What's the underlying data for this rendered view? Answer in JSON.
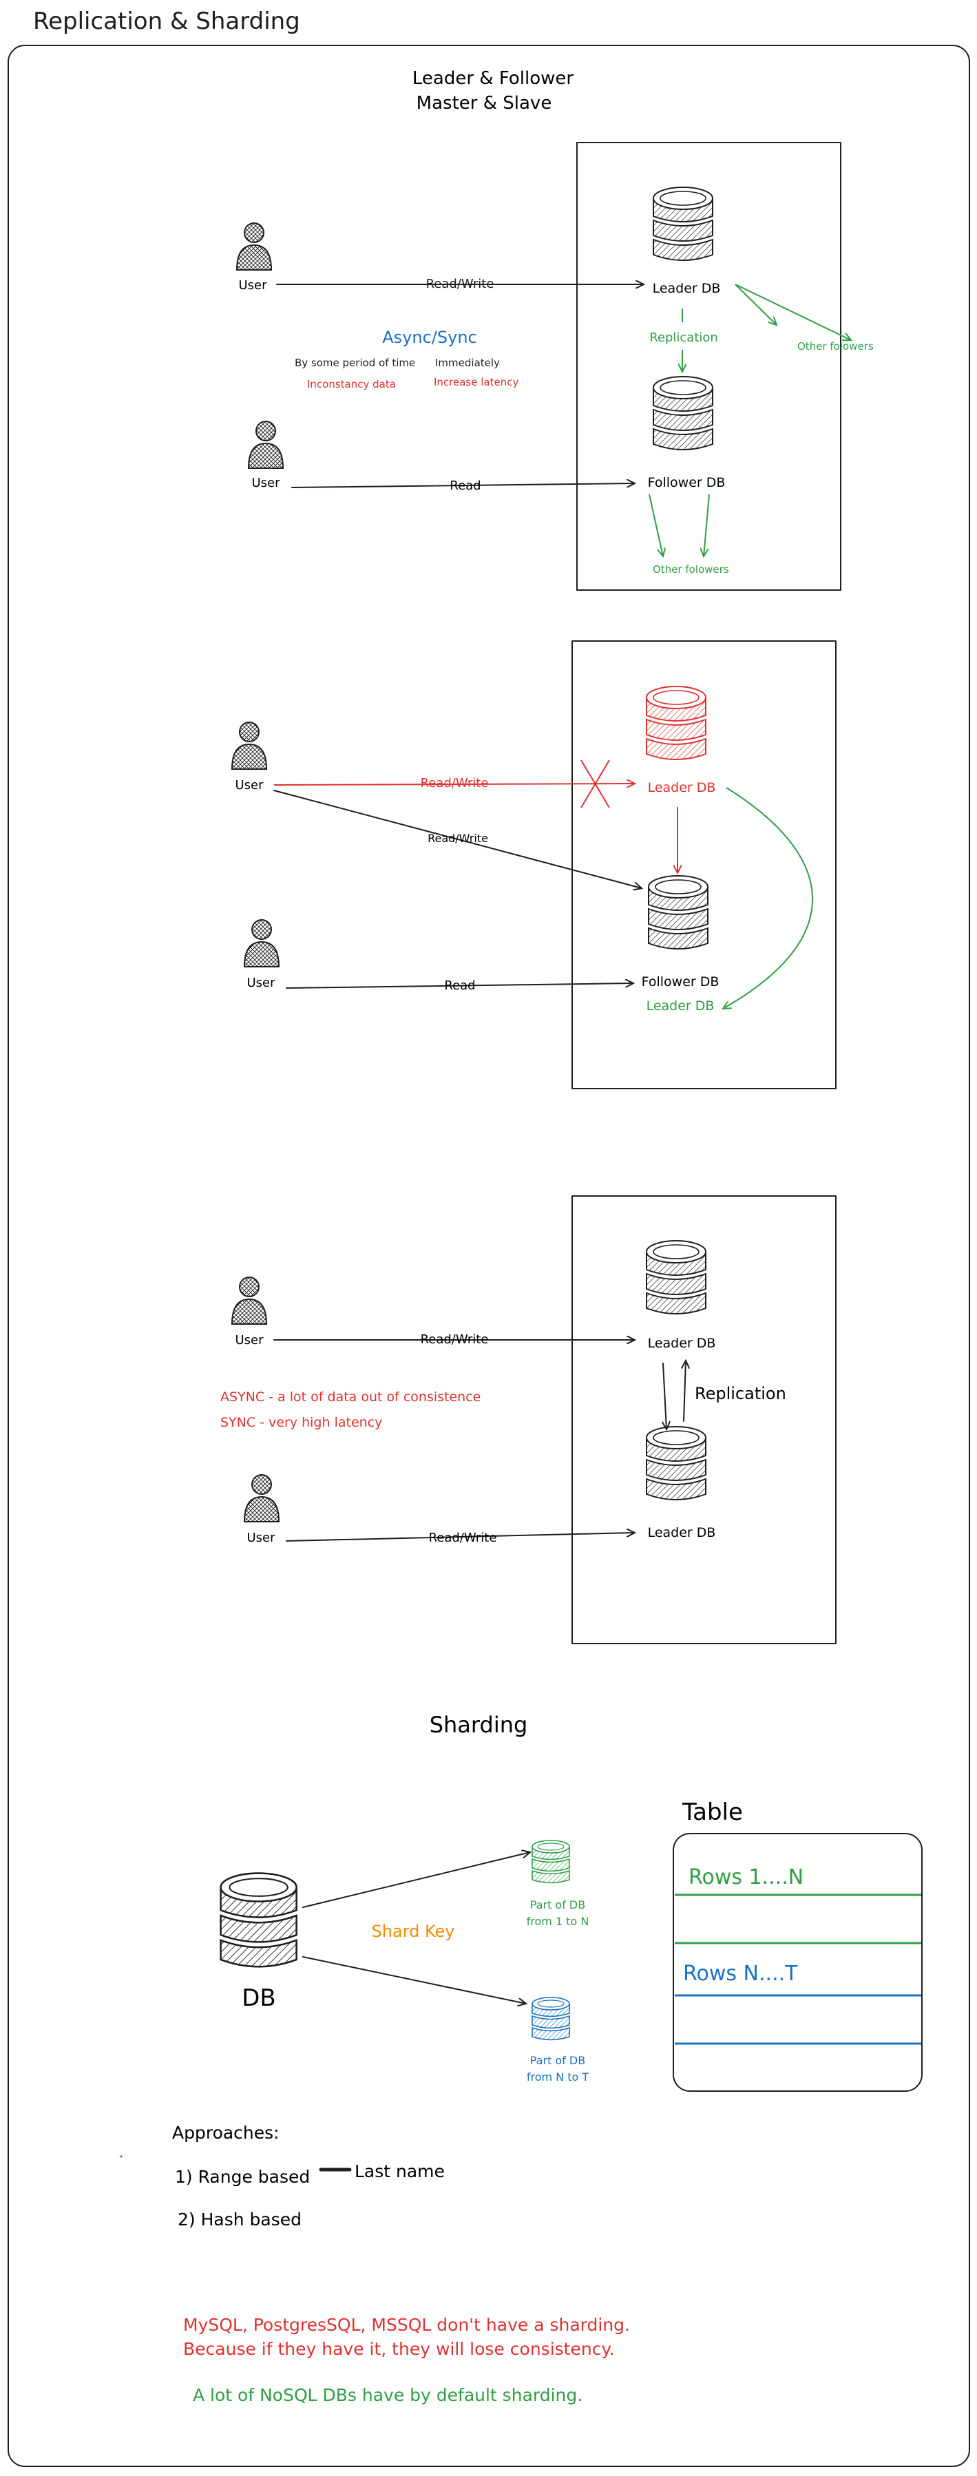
{
  "title": "Replication & Sharding",
  "section1": {
    "heading_line1": "Leader & Follower",
    "heading_line2": "Master & Slave",
    "user_top": "User",
    "user_bottom": "User",
    "read_write": "Read/Write",
    "read": "Read",
    "leader_db": "Leader DB",
    "follower_db": "Follower DB",
    "replication": "Replication",
    "other_followers_right": "Other folowers",
    "other_followers_bottom": "Other folowers",
    "async_sync": "Async/Sync",
    "by_some_period": "By some period of time",
    "immediately": "Immediately",
    "inconstancy_data": "Inconstancy data",
    "increase_latency": "Increase latency"
  },
  "section2": {
    "user_top": "User",
    "user_bottom": "User",
    "read_write_failed": "Read/Write",
    "read_write": "Read/Write",
    "read": "Read",
    "leader_db_failed": "Leader DB",
    "follower_db": "Follower DB",
    "new_leader_db": "Leader DB"
  },
  "section3": {
    "user_top": "User",
    "user_bottom": "User",
    "read_write_top": "Read/Write",
    "read_write_bottom": "Read/Write",
    "leader_db_top": "Leader DB",
    "leader_db_bottom": "Leader DB",
    "replication": "Replication",
    "async_note": "ASYNC - a lot of data out of consistence",
    "sync_note": "SYNC - very high latency"
  },
  "sharding": {
    "heading": "Sharding",
    "db_label": "DB",
    "shard_key": "Shard Key",
    "shard1_line1": "Part of DB",
    "shard1_line2": "from 1 to N",
    "shard2_line1": "Part of DB",
    "shard2_line2": "from N to T",
    "table_title": "Table",
    "rows_1": "Rows 1....N",
    "rows_2": "Rows N....T",
    "approaches_title": "Approaches:",
    "approach_1": "1) Range based",
    "approach_1_detail": "Last name",
    "approach_2": "2) Hash based",
    "note_red_1": "MySQL, PostgresSQL, MSSQL don't have a sharding.",
    "note_red_2": "Because if they have it, they will lose consistency.",
    "note_green": "A lot of NoSQL DBs have by default sharding."
  },
  "colors": {
    "ink": "#1e1e1e",
    "green": "#2f9e44",
    "red": "#e03131",
    "blue": "#1971c2",
    "orange": "#f08c00"
  },
  "icons": [
    "user-icon",
    "database-icon",
    "arrow-icon",
    "x-mark-icon"
  ]
}
